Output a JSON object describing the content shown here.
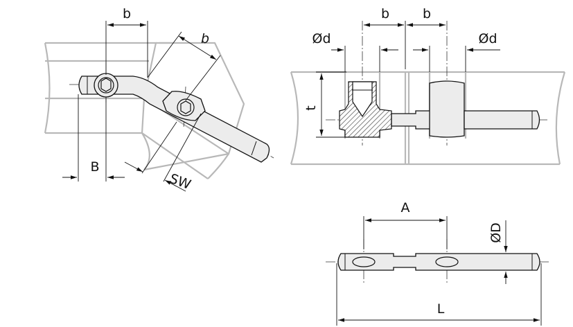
{
  "labels": {
    "b": "b",
    "B": "B",
    "sw": "SW",
    "diameter_d": "Ød",
    "t": "t",
    "A": "A",
    "diameter_D": "ØD",
    "L": "L"
  }
}
